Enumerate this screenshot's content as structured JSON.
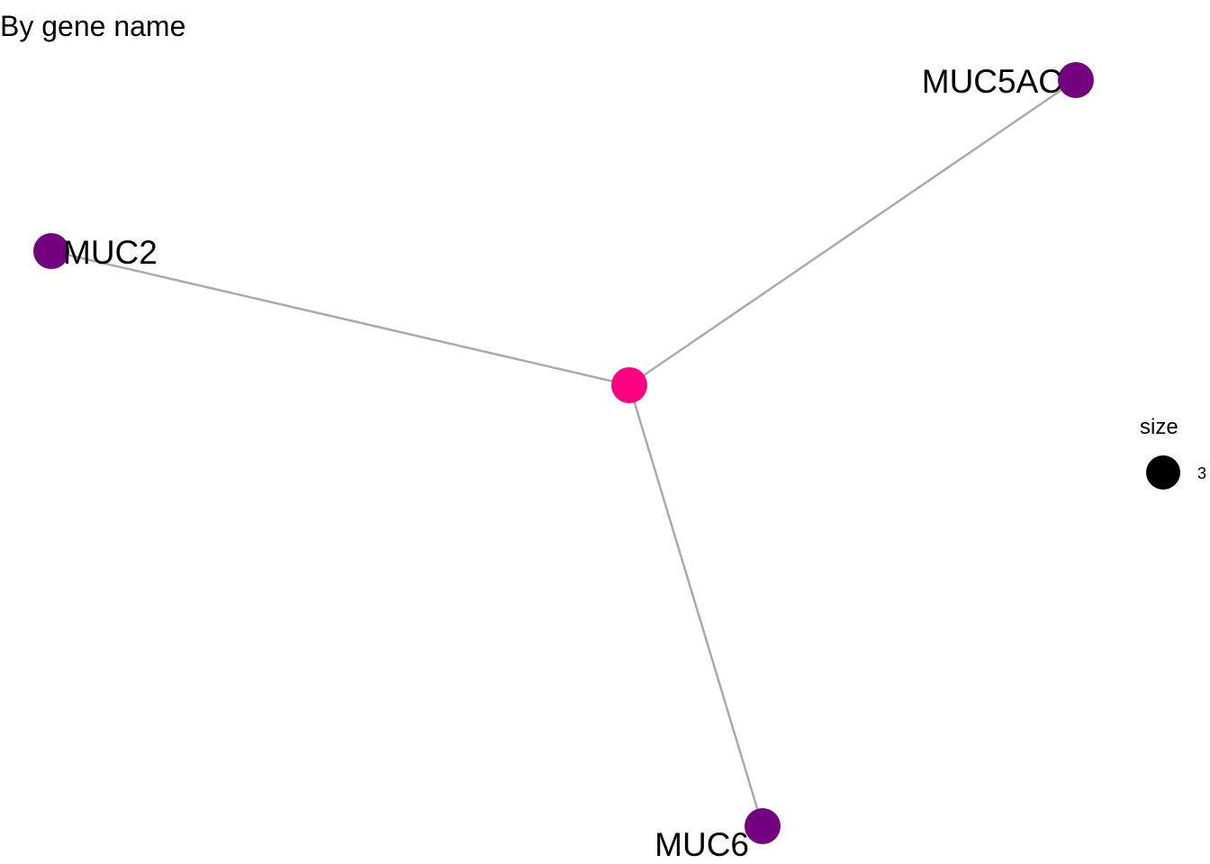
{
  "title": "By gene name",
  "colors": {
    "edge": "#aaaaaa",
    "hub": "#ff0080",
    "gene": "#73007f",
    "legend_key": "#000000"
  },
  "network": {
    "hub": {
      "id": "hub",
      "label": ""
    },
    "genes": [
      {
        "id": "MUC5AC",
        "label": "MUC5AC"
      },
      {
        "id": "MUC2",
        "label": "MUC2"
      },
      {
        "id": "MUC6",
        "label": "MUC6"
      }
    ],
    "edges": [
      {
        "from": "hub",
        "to": "MUC5AC"
      },
      {
        "from": "hub",
        "to": "MUC2"
      },
      {
        "from": "hub",
        "to": "MUC6"
      }
    ]
  },
  "legend": {
    "title": "size",
    "value": "3"
  }
}
